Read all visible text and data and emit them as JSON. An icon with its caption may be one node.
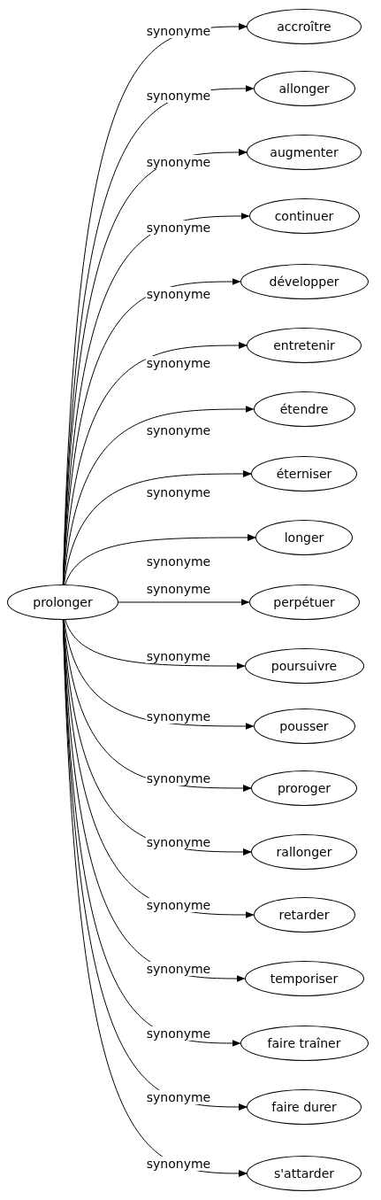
{
  "diagram": {
    "nodes": [
      {
        "text": [
          "prolonger"
        ]
      },
      {
        "text": [
          "accroître"
        ]
      },
      {
        "text": [
          "allonger"
        ]
      },
      {
        "text": [
          "augmenter"
        ]
      },
      {
        "text": [
          "continuer"
        ]
      },
      {
        "text": [
          "développer"
        ]
      },
      {
        "text": [
          "entretenir"
        ]
      },
      {
        "text": [
          "étendre"
        ]
      },
      {
        "text": [
          "éterniser"
        ]
      },
      {
        "text": [
          "longer"
        ]
      },
      {
        "text": [
          "perpétuer"
        ]
      },
      {
        "text": [
          "poursuivre"
        ]
      },
      {
        "text": [
          "pousser"
        ]
      },
      {
        "text": [
          "proroger"
        ]
      },
      {
        "text": [
          "rallonger"
        ]
      },
      {
        "text": [
          "retarder"
        ]
      },
      {
        "text": [
          "temporiser"
        ]
      },
      {
        "text": [
          "faire traîner"
        ]
      },
      {
        "text": [
          "faire durer"
        ]
      },
      {
        "text": [
          "s'attarder"
        ]
      }
    ],
    "edges": [
      {
        "from": 0,
        "to": 1,
        "arrow": "to",
        "label": "synonyme"
      },
      {
        "from": 0,
        "to": 2,
        "arrow": "to",
        "label": "synonyme"
      },
      {
        "from": 0,
        "to": 3,
        "arrow": "to",
        "label": "synonyme"
      },
      {
        "from": 0,
        "to": 4,
        "arrow": "to",
        "label": "synonyme"
      },
      {
        "from": 0,
        "to": 5,
        "arrow": "to",
        "label": "synonyme"
      },
      {
        "from": 0,
        "to": 6,
        "arrow": "to",
        "label": "synonyme"
      },
      {
        "from": 0,
        "to": 7,
        "arrow": "to",
        "label": "synonyme"
      },
      {
        "from": 0,
        "to": 8,
        "arrow": "to",
        "label": "synonyme"
      },
      {
        "from": 0,
        "to": 9,
        "arrow": "to",
        "label": "synonyme"
      },
      {
        "from": 0,
        "to": 10,
        "arrow": "to",
        "label": "synonyme"
      },
      {
        "from": 0,
        "to": 11,
        "arrow": "to",
        "label": "synonyme"
      },
      {
        "from": 0,
        "to": 12,
        "arrow": "to",
        "label": "synonyme"
      },
      {
        "from": 0,
        "to": 13,
        "arrow": "to",
        "label": "synonyme"
      },
      {
        "from": 0,
        "to": 14,
        "arrow": "to",
        "label": "synonyme"
      },
      {
        "from": 0,
        "to": 15,
        "arrow": "to",
        "label": "synonyme"
      },
      {
        "from": 0,
        "to": 16,
        "arrow": "to",
        "label": "synonyme"
      },
      {
        "from": 0,
        "to": 17,
        "arrow": "to",
        "label": "synonyme"
      },
      {
        "from": 0,
        "to": 18,
        "arrow": "to",
        "label": "synonyme"
      },
      {
        "from": 0,
        "to": 19,
        "arrow": "to",
        "label": "synonyme"
      }
    ]
  }
}
